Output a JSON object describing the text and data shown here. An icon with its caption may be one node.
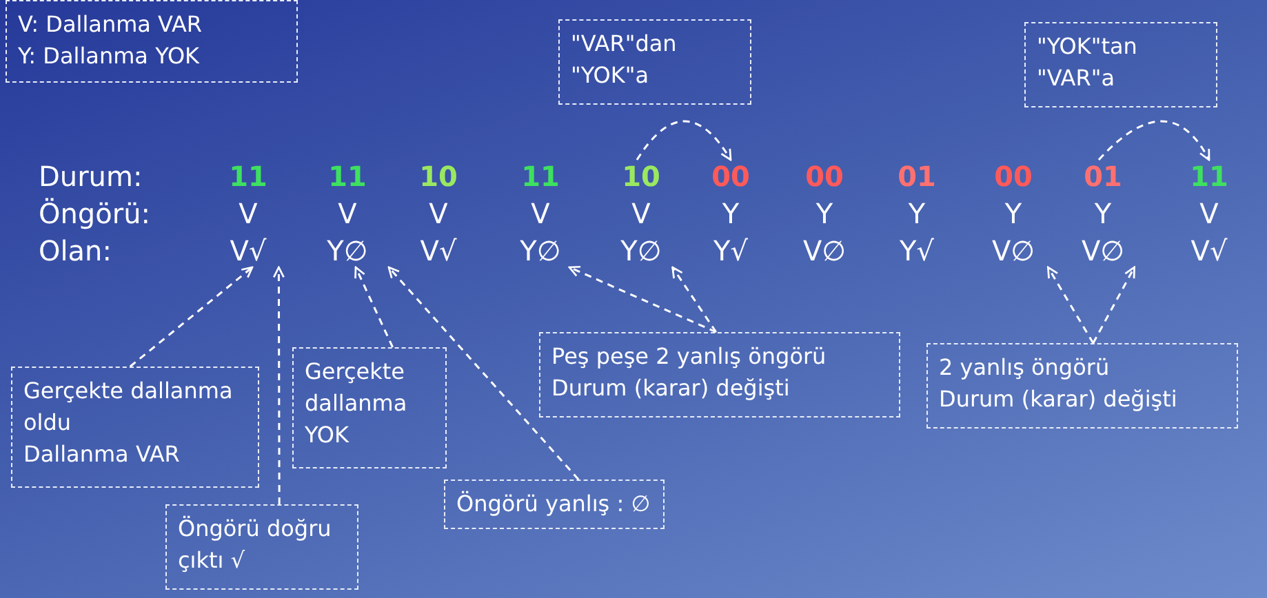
{
  "diagram": {
    "nodes": [
      {
        "text": [
          "V: Dallanma VAR",
          "Y: Dallanma YOK"
        ]
      },
      {
        "text": [
          "\"VAR\"dan \"YOK\"a"
        ]
      },
      {
        "text": [
          "\"YOK\"tan \"VAR\"a"
        ]
      },
      {
        "text": [
          "11"
        ]
      },
      {
        "text": [
          "11"
        ]
      },
      {
        "text": [
          "10"
        ]
      },
      {
        "text": [
          "11"
        ]
      },
      {
        "text": [
          "10"
        ]
      },
      {
        "text": [
          "00"
        ]
      },
      {
        "text": [
          "00"
        ]
      },
      {
        "text": [
          "01"
        ]
      },
      {
        "text": [
          "00"
        ]
      },
      {
        "text": [
          "01"
        ]
      },
      {
        "text": [
          "11"
        ]
      },
      {
        "text": [
          "V"
        ]
      },
      {
        "text": [
          "V"
        ]
      },
      {
        "text": [
          "V"
        ]
      },
      {
        "text": [
          "V"
        ]
      },
      {
        "text": [
          "V"
        ]
      },
      {
        "text": [
          "Y"
        ]
      },
      {
        "text": [
          "Y"
        ]
      },
      {
        "text": [
          "Y"
        ]
      },
      {
        "text": [
          "Y"
        ]
      },
      {
        "text": [
          "Y"
        ]
      },
      {
        "text": [
          "V"
        ]
      },
      {
        "text": [
          "V√"
        ]
      },
      {
        "text": [
          "Y∅"
        ]
      },
      {
        "text": [
          "V√"
        ]
      },
      {
        "text": [
          "Y∅"
        ]
      },
      {
        "text": [
          "Y∅"
        ]
      },
      {
        "text": [
          "Y√"
        ]
      },
      {
        "text": [
          "V∅"
        ]
      },
      {
        "text": [
          "Y√"
        ]
      },
      {
        "text": [
          "V∅"
        ]
      },
      {
        "text": [
          "V∅"
        ]
      },
      {
        "text": [
          "V√"
        ]
      },
      {
        "text": [
          "Gerçekte dallanma oldu",
          "Dallanma VAR"
        ]
      },
      {
        "text": [
          "Gerçekte dallanma YOK"
        ]
      },
      {
        "text": [
          "Peş peşe 2 yanlış öngörü",
          "Durum (karar) değişti"
        ]
      },
      {
        "text": [
          "2 yanlış öngörü",
          "Durum (karar) değişti"
        ]
      },
      {
        "text": [
          "Öngörü yanlış : ∅"
        ]
      },
      {
        "text": [
          "Öngörü doğru çıktı √"
        ]
      }
    ],
    "edges": [
      {
        "from": 7,
        "to": 8,
        "arrow": "to",
        "style": "dashed"
      },
      {
        "from": 12,
        "to": 13,
        "arrow": "to",
        "style": "dashed"
      },
      {
        "from": 36,
        "to": 25,
        "arrow": "to",
        "style": "dashed"
      },
      {
        "from": 41,
        "to": 25,
        "arrow": "to",
        "style": "dashed"
      },
      {
        "from": 37,
        "to": 26,
        "arrow": "to",
        "style": "dashed"
      },
      {
        "from": 40,
        "to": 26,
        "arrow": "to",
        "style": "dashed"
      },
      {
        "from": 38,
        "to": 28,
        "arrow": "to",
        "style": "dashed"
      },
      {
        "from": 38,
        "to": 29,
        "arrow": "to",
        "style": "dashed"
      },
      {
        "from": 39,
        "to": 33,
        "arrow": "to",
        "style": "dashed"
      },
      {
        "from": 39,
        "to": 34,
        "arrow": "to",
        "style": "dashed"
      }
    ],
    "labels": [
      "Durum:",
      "Öngörü:",
      "Olan:"
    ]
  }
}
